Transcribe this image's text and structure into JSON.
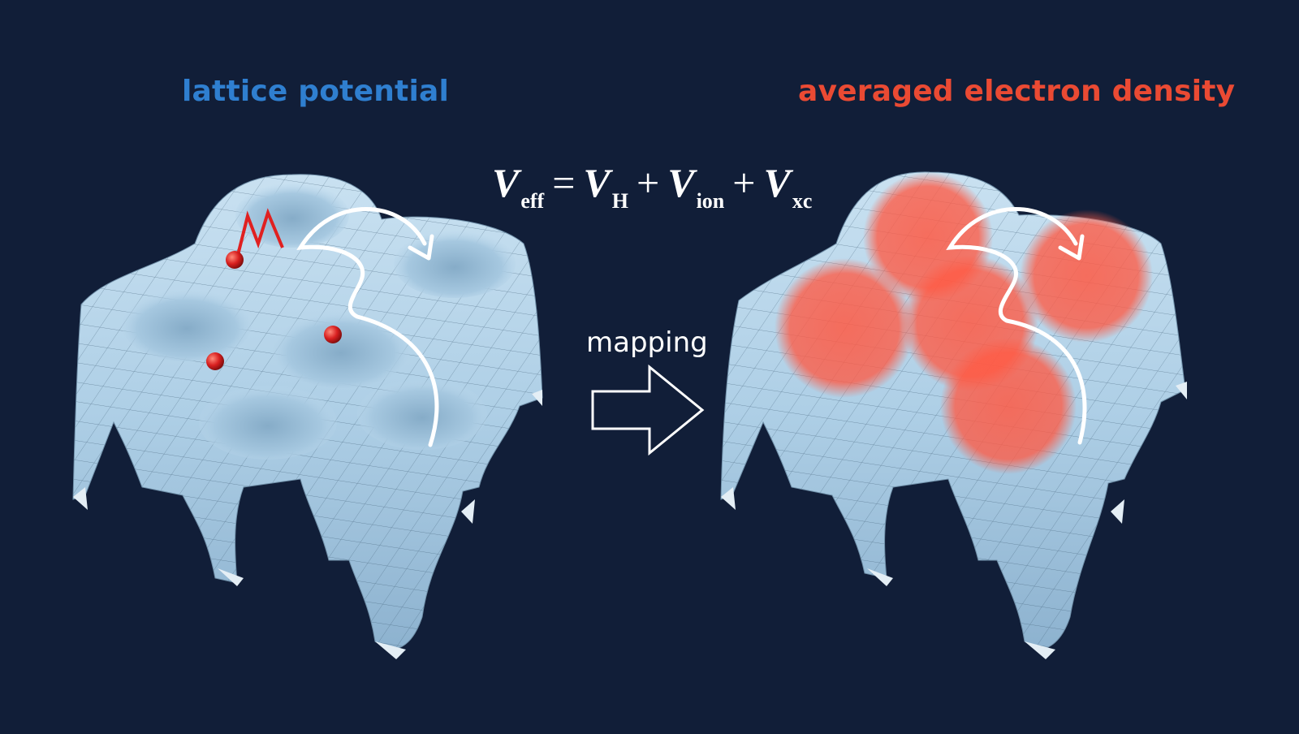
{
  "titles": {
    "left": "lattice potential",
    "right": "averaged electron density"
  },
  "equation": {
    "lhs": {
      "symbol": "V",
      "sub": "eff"
    },
    "equals": "=",
    "plus": "+",
    "terms": [
      {
        "symbol": "V",
        "sub": "H"
      },
      {
        "symbol": "V",
        "sub": "ion"
      },
      {
        "symbol": "V",
        "sub": "xc"
      }
    ]
  },
  "mapping": {
    "label": "mapping"
  },
  "colors": {
    "background": "#111e38",
    "left_title": "#2f7fd0",
    "right_title": "#ea4a33",
    "surface": "#b8d6ea",
    "electron": "#d81f1f",
    "density_glow": "#ff5a44",
    "arrow": "#ffffff"
  }
}
